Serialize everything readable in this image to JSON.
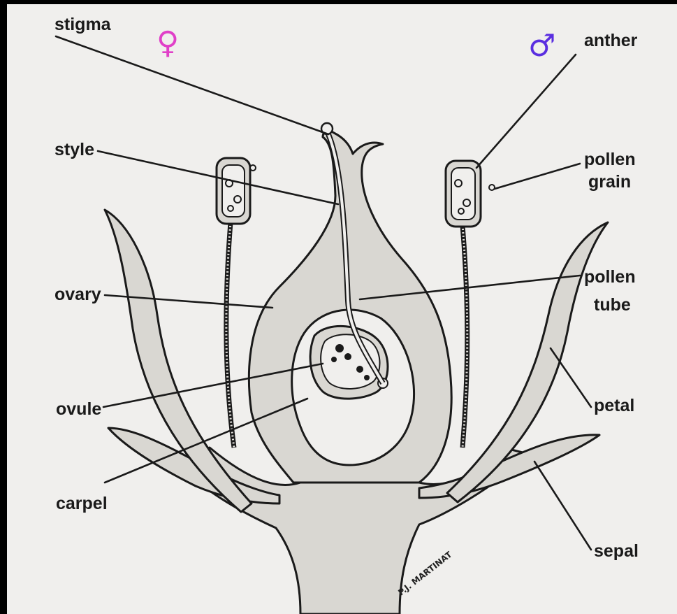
{
  "symbols": {
    "female": {
      "glyph": "♀",
      "color": "#e040c8"
    },
    "male": {
      "glyph": "♂",
      "color": "#5a2ee0"
    }
  },
  "labels": {
    "stigma": "stigma",
    "style": "style",
    "ovary": "ovary",
    "ovule": "ovule",
    "carpel": "carpel",
    "anther": "anther",
    "pollen_grain": [
      "pollen",
      "grain"
    ],
    "pollen_tube": [
      "pollen",
      "tube"
    ],
    "petal": "petal",
    "sepal": "sepal"
  },
  "signature": "P.J. MARTINAT"
}
